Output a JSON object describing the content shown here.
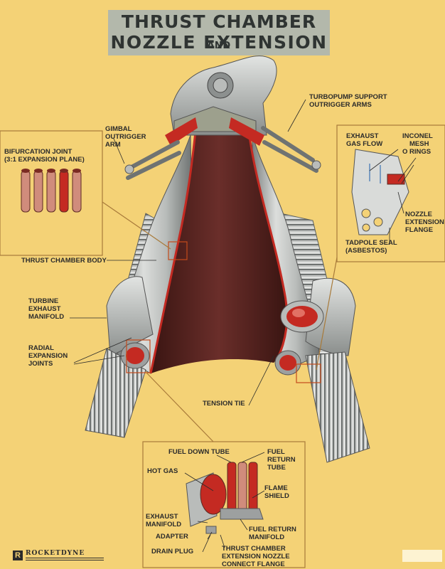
{
  "title": {
    "line1_a": "THRUST CHAMBER",
    "line1_b": "AND",
    "line2": "NOZZLE EXTENSION"
  },
  "labels": {
    "turbopump_support": [
      "TURBOPUMP SUPPORT",
      "OUTRIGGER ARMS"
    ],
    "gimbal_arm": [
      "GIMBAL",
      "OUTRIGGER",
      "ARM"
    ],
    "bifurcation": [
      "BIFURCATION JOINT",
      "(3:1 EXPANSION PLANE)"
    ],
    "exhaust_gas_flow": [
      "EXHAUST",
      "GAS FLOW"
    ],
    "inconel_mesh": [
      "INCONEL",
      "MESH",
      "O RINGS"
    ],
    "nozzle_ext_flange": [
      "NOZZLE",
      "EXTENSION",
      "FLANGE"
    ],
    "tadpole_seal": [
      "TADPOLE SEAL",
      "(ASBESTOS)"
    ],
    "thrust_chamber_body": "THRUST CHAMBER BODY",
    "turbine_exhaust": [
      "TURBINE",
      "EXHAUST",
      "MANIFOLD"
    ],
    "radial_expansion": [
      "RADIAL",
      "EXPANSION",
      "JOINTS"
    ],
    "tension_tie": "TENSION TIE",
    "fuel_down_tube": "FUEL DOWN TUBE",
    "fuel_return_tube": [
      "FUEL",
      "RETURN",
      "TUBE"
    ],
    "hot_gas": "HOT GAS",
    "flame_shield": [
      "FLAME",
      "SHIELD"
    ],
    "exhaust_manifold": [
      "EXHAUST",
      "MANIFOLD"
    ],
    "adapter": "ADAPTER",
    "fuel_return_manifold": [
      "FUEL RETURN",
      "MANIFOLD"
    ],
    "drain_plug": "DRAIN PLUG",
    "connect_flange": [
      "THRUST CHAMBER",
      "EXTENSION NOZZLE",
      "CONNECT FLANGE"
    ]
  },
  "brand": {
    "name": "ROCKETDYNE",
    "mark": "R"
  },
  "colors": {
    "background": "#f4d276",
    "title_bg": "#b3b8ab",
    "metal": "#c4c6c4",
    "interior": "#4d1f1c",
    "red": "#c42a22",
    "box_line": "#a87a3a"
  }
}
